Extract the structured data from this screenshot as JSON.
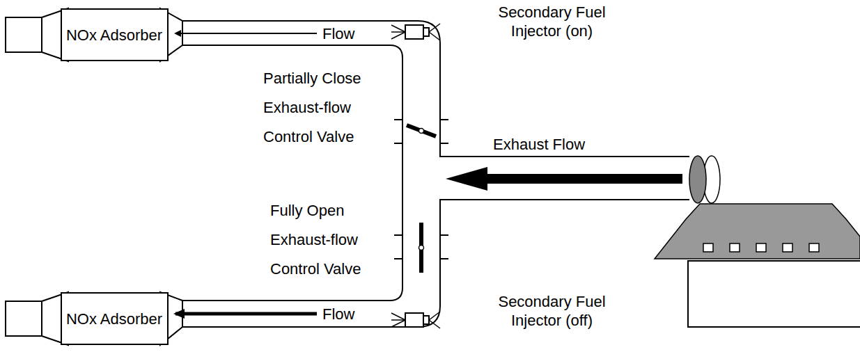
{
  "diagram": {
    "nodes": [
      {
        "text": [
          "NOx Adsorber"
        ]
      },
      {
        "text": [
          "NOx Adsorber"
        ]
      }
    ],
    "labels": [
      "Flow",
      "Secondary Fuel Injector (on)",
      "Partially Close Exhaust-flow Control Valve",
      "Exhaust Flow",
      "Fully Open Exhaust-flow Control Valve",
      "Flow",
      "Secondary Fuel Injector (off)"
    ]
  }
}
